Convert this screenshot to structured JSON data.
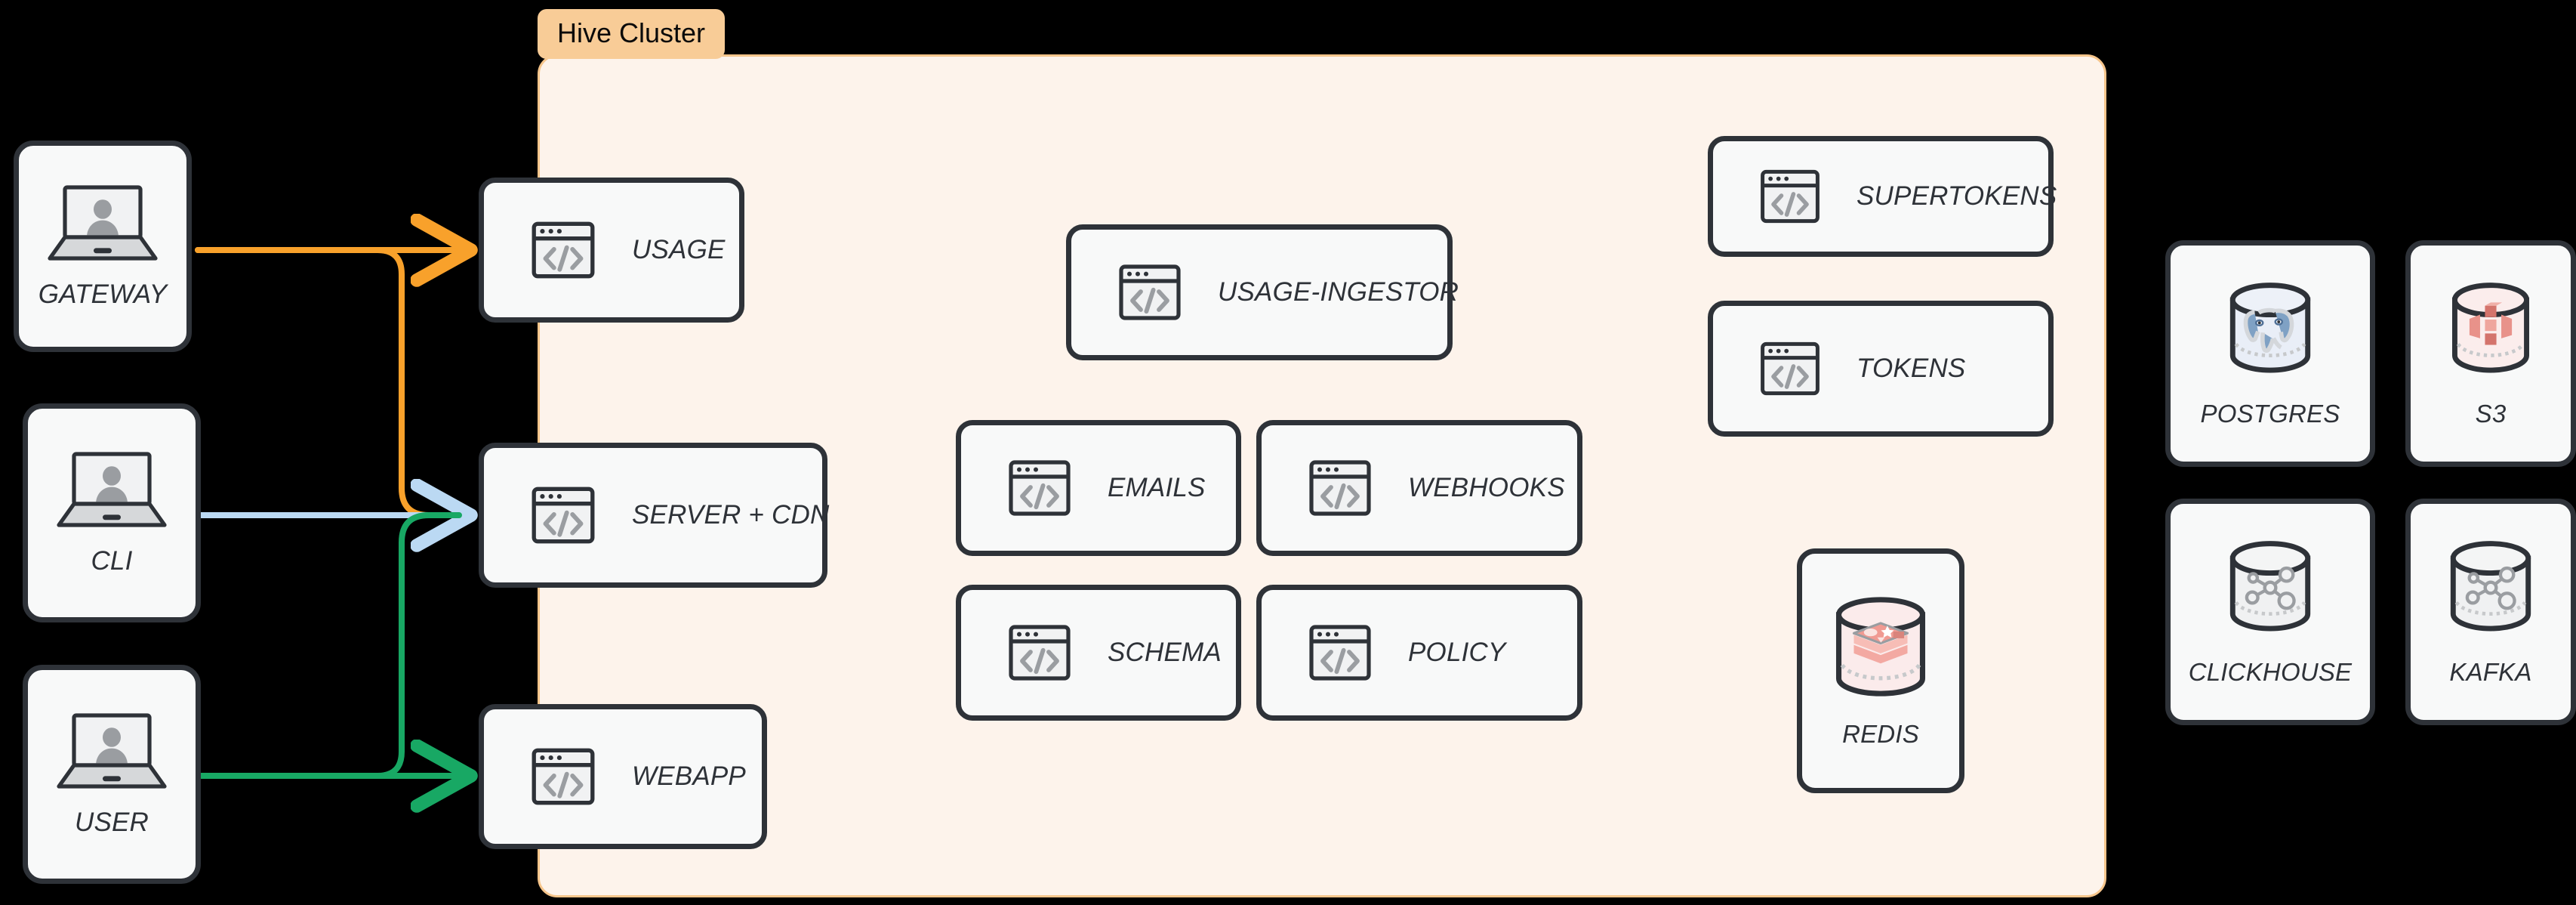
{
  "diagram": {
    "title": "Hive Cluster architecture",
    "background": "#000000"
  },
  "cluster": {
    "badge_label": "Hive Cluster",
    "badge_bg": "#F8CC97",
    "fill": "#FDF3EB",
    "border": "#F6C58B"
  },
  "clients": [
    {
      "id": "gateway",
      "label": "GATEWAY",
      "icon": "laptop-user-icon"
    },
    {
      "id": "cli",
      "label": "CLI",
      "icon": "laptop-user-icon"
    },
    {
      "id": "user",
      "label": "USER",
      "icon": "laptop-user-icon"
    }
  ],
  "edge_services": [
    {
      "id": "usage",
      "label": "USAGE",
      "icon": "code-window-icon"
    },
    {
      "id": "server-cdn",
      "label": "SERVER + CDN",
      "icon": "code-window-icon"
    },
    {
      "id": "webapp",
      "label": "WEBAPP",
      "icon": "code-window-icon"
    }
  ],
  "core_services": [
    {
      "id": "usage-ingestor",
      "label": "USAGE-INGESTOR",
      "icon": "code-window-icon"
    },
    {
      "id": "emails",
      "label": "EMAILS",
      "icon": "code-window-icon"
    },
    {
      "id": "webhooks",
      "label": "WEBHOOKS",
      "icon": "code-window-icon"
    },
    {
      "id": "schema",
      "label": "SCHEMA",
      "icon": "code-window-icon"
    },
    {
      "id": "policy",
      "label": "POLICY",
      "icon": "code-window-icon"
    }
  ],
  "auth_services": [
    {
      "id": "supertokens",
      "label": "SUPERTOKENS",
      "icon": "code-window-icon"
    },
    {
      "id": "tokens",
      "label": "TOKENS",
      "icon": "code-window-icon"
    }
  ],
  "internal_stores": [
    {
      "id": "redis",
      "label": "REDIS",
      "icon": "redis-cylinder-icon"
    }
  ],
  "external_stores": [
    {
      "id": "postgres",
      "label": "POSTGRES",
      "icon": "postgres-cylinder-icon"
    },
    {
      "id": "s3",
      "label": "S3",
      "icon": "s3-cylinder-icon"
    },
    {
      "id": "clickhouse",
      "label": "CLICKHOUSE",
      "icon": "graph-cylinder-icon"
    },
    {
      "id": "kafka",
      "label": "KAFKA",
      "icon": "graph-cylinder-icon"
    }
  ],
  "connections": [
    {
      "id": "gateway-to-usage",
      "from": "GATEWAY",
      "to": "USAGE",
      "color": "#F8A12B"
    },
    {
      "id": "gateway-to-server-cdn",
      "from": "GATEWAY",
      "to": "SERVER + CDN",
      "color": "#F8A12B"
    },
    {
      "id": "cli-to-server-cdn",
      "from": "CLI",
      "to": "SERVER + CDN",
      "color": "#BBD9F3"
    },
    {
      "id": "user-to-server-cdn",
      "from": "USER",
      "to": "SERVER + CDN",
      "color": "#18A864"
    },
    {
      "id": "user-to-webapp",
      "from": "USER",
      "to": "WEBAPP",
      "color": "#18A864"
    }
  ],
  "colors": {
    "orange": "#F8A12B",
    "light_blue": "#BBD9F3",
    "green": "#18A864",
    "card_stroke": "#2E3238",
    "card_fill": "#F8F9F9"
  }
}
